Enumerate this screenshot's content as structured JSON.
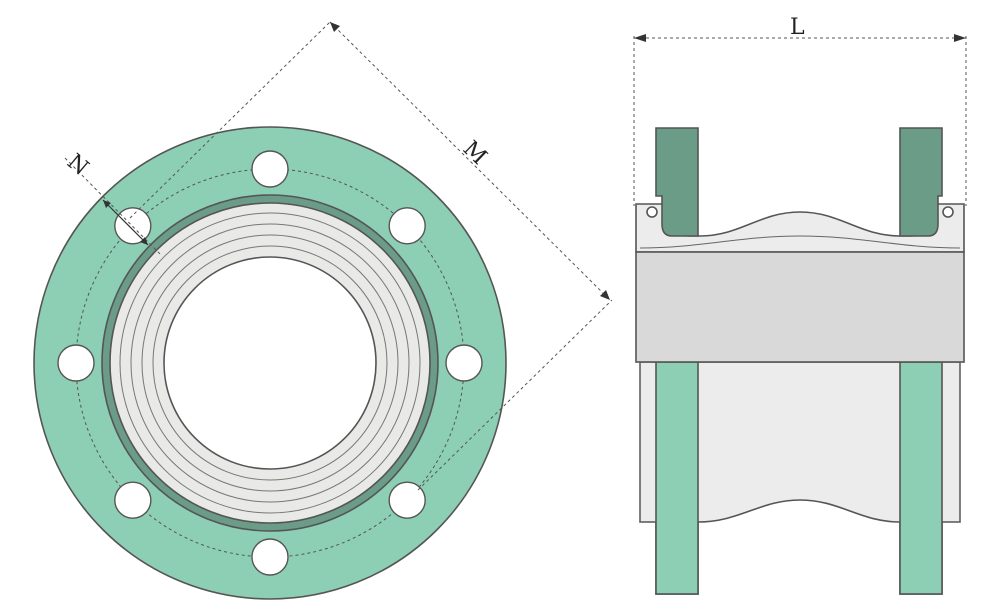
{
  "labels": {
    "bolt_hole_dimension": "N",
    "bolt_circle_dimension": "M",
    "length_dimension": "L"
  },
  "colors": {
    "flange_green": "#8ccfb4",
    "flange_dark_green": "#6a9c88",
    "rubber_gray": "#d9d9d9",
    "rubber_light": "#ececec",
    "liner_light": "#efefed",
    "outline": "#555555"
  },
  "counts": {
    "bolt_holes": 8,
    "liner_rings": 4
  }
}
